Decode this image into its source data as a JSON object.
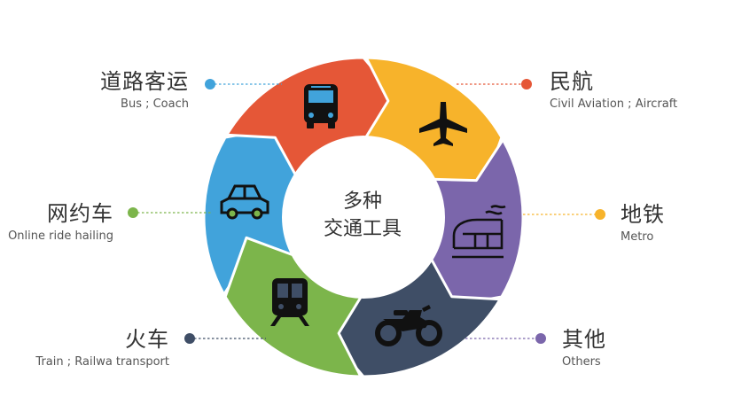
{
  "center": {
    "line1": "多种",
    "line2": "交通工具"
  },
  "colors": {
    "blue": "#41A3DB",
    "red": "#E55737",
    "yellow": "#F7B32B",
    "purple": "#7B66AB",
    "navy": "#3F4E66",
    "green": "#7CB54B"
  },
  "modes": [
    {
      "zh": "道路客运",
      "en": "Bus ; Coach",
      "icon": "bus-icon"
    },
    {
      "zh": "民航",
      "en": "Civil Aviation ; Aircraft",
      "icon": "airplane-icon"
    },
    {
      "zh": "地铁",
      "en": "Metro",
      "icon": "metro-train-icon"
    },
    {
      "zh": "其他",
      "en": "Others",
      "icon": "motorcycle-icon"
    },
    {
      "zh": "火车",
      "en": "Train ; Railwa transport",
      "icon": "train-icon"
    },
    {
      "zh": "网约车",
      "en": "Online ride hailing",
      "icon": "car-icon"
    }
  ]
}
